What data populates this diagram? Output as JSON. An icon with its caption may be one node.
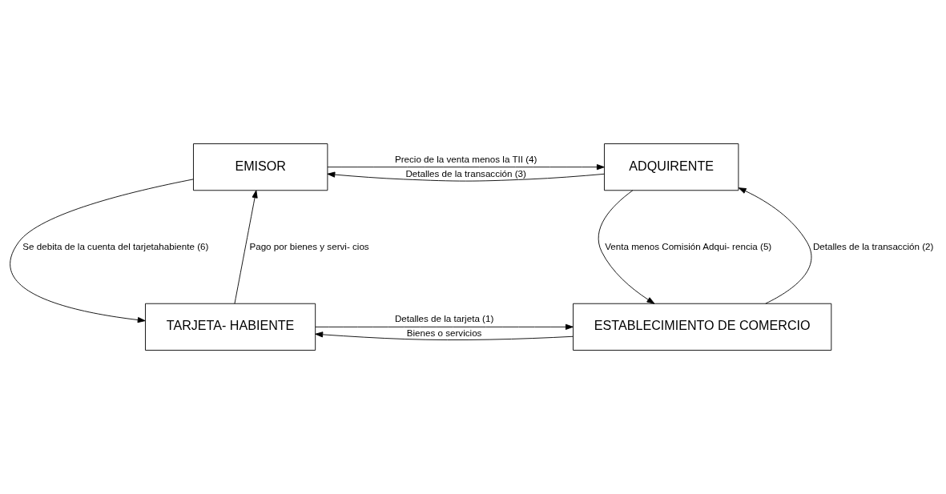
{
  "diagram": {
    "nodes": [
      {
        "text": [
          "EMISOR"
        ]
      },
      {
        "text": [
          "ADQUIRENTE"
        ]
      },
      {
        "text": [
          "TARJETA- HABIENTE"
        ]
      },
      {
        "text": [
          "ESTABLECIMIENTO DE COMERCIO"
        ]
      }
    ],
    "edges": [
      {
        "from": 0,
        "to": 1,
        "arrow": "to",
        "label": "Precio de la venta menos la TII (4)"
      },
      {
        "from": 1,
        "to": 0,
        "arrow": "to",
        "label": "Detalles de la transacción (3)"
      },
      {
        "from": 2,
        "to": 0,
        "arrow": "to",
        "label": "Pago por bienes y servi- cios"
      },
      {
        "from": 0,
        "to": 2,
        "arrow": "to",
        "label": "Se debita de la cuenta del tarjetahabiente (6)"
      },
      {
        "from": 3,
        "to": 1,
        "arrow": "to",
        "label": "Detalles de la transacción (2)"
      },
      {
        "from": 1,
        "to": 3,
        "arrow": "to",
        "label": "Venta menos Comisión Adqui- rencia (5)"
      },
      {
        "from": 2,
        "to": 3,
        "arrow": "to",
        "label": "Detalles de la tarjeta (1)"
      },
      {
        "from": 3,
        "to": 2,
        "arrow": "to",
        "label": "Bienes o servicios"
      }
    ]
  }
}
